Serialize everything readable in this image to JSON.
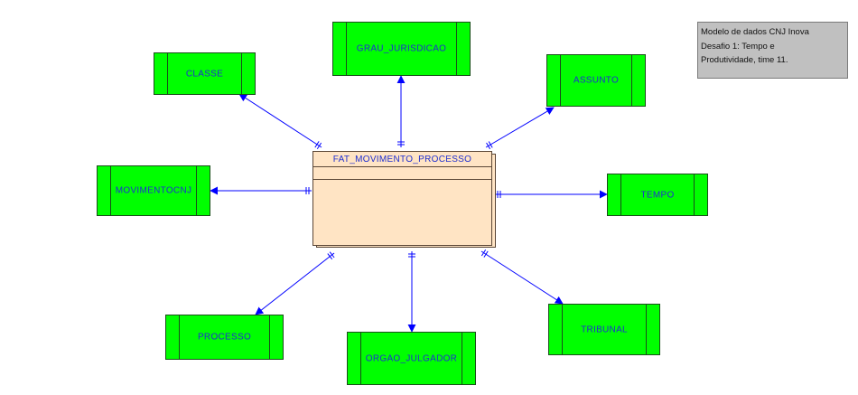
{
  "diagram": {
    "fact_table": {
      "name": "FAT_MOVIMENTO_PROCESSO"
    },
    "dimensions": {
      "classe": "CLASSE",
      "grau_jurisdicao": "GRAU_JURISDICAO",
      "assunto": "ASSUNTO",
      "movimentocnj": "MOVIMENTOCNJ",
      "tempo": "TEMPO",
      "processo": "PROCESSO",
      "orgao_julgador": "ORGAO_JULGADOR",
      "tribunal": "TRIBUNAL"
    },
    "note": {
      "lines": [
        "Modelo de dados CNJ Inova",
        "Desafio 1: Tempo e",
        "Produtividade, time 11."
      ]
    },
    "colors": {
      "dimension_fill": "#00ff00",
      "fact_fill": "#ffe4c4",
      "relationship_line": "#0000ff",
      "label_text": "#1f2fd0",
      "note_fill": "#c0c0c0"
    }
  }
}
